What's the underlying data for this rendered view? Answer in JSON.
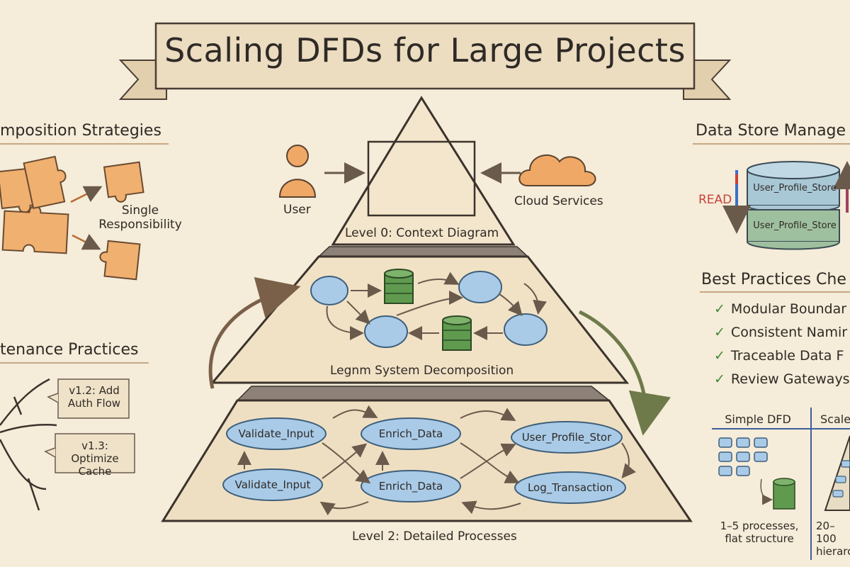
{
  "title": "Scaling DFDs for Large Projects",
  "sections": {
    "decomposition": {
      "heading": "mposition Strategies",
      "label": "Single Responsibility"
    },
    "maintenance": {
      "heading": "tenance Practices",
      "notes": [
        "v1.2: Add Auth Flow",
        "v1.3: Optimize Cache"
      ]
    },
    "data_store": {
      "heading": "Data Store Manage",
      "read_label": "READ",
      "stores": [
        "User_Profile_Store",
        "User_Profile_Store"
      ]
    },
    "best_practices": {
      "heading": "Best Practices Che",
      "items": [
        "Modular Boundar",
        "Consistent Namir",
        "Traceable Data F",
        "Review Gateways"
      ]
    },
    "comparison": {
      "simple_title": "Simple DFD",
      "simple_caption": "1–5 processes, flat structure",
      "scaled_title": "Scale",
      "scaled_caption": "20–100 hierarc"
    }
  },
  "pyramid": {
    "level0": {
      "label": "Level 0: Context Diagram",
      "user_label": "User",
      "cloud_label": "Cloud Services"
    },
    "level1": {
      "label": "Legnm System Decomposition"
    },
    "level2": {
      "label": "Level 2: Detailed Processes",
      "processes": [
        "Validate_Input",
        "Enrich_Data",
        "User_Profile_Stor",
        "Validate_Input",
        "Enrich_Data",
        "Log_Transaction"
      ]
    }
  },
  "colors": {
    "background": "#f5ecd9",
    "banner": "#ecdcc0",
    "pyramid": "#efe0c4",
    "orange": "#f0a866",
    "blue": "#a9cbe8",
    "green": "#5f9a4e",
    "check": "#3f8a3c",
    "read_red": "#c8423a"
  },
  "icons": [
    "user-icon",
    "cloud-icon",
    "database-icon",
    "puzzle-icon",
    "check-icon",
    "arrow-icon"
  ]
}
